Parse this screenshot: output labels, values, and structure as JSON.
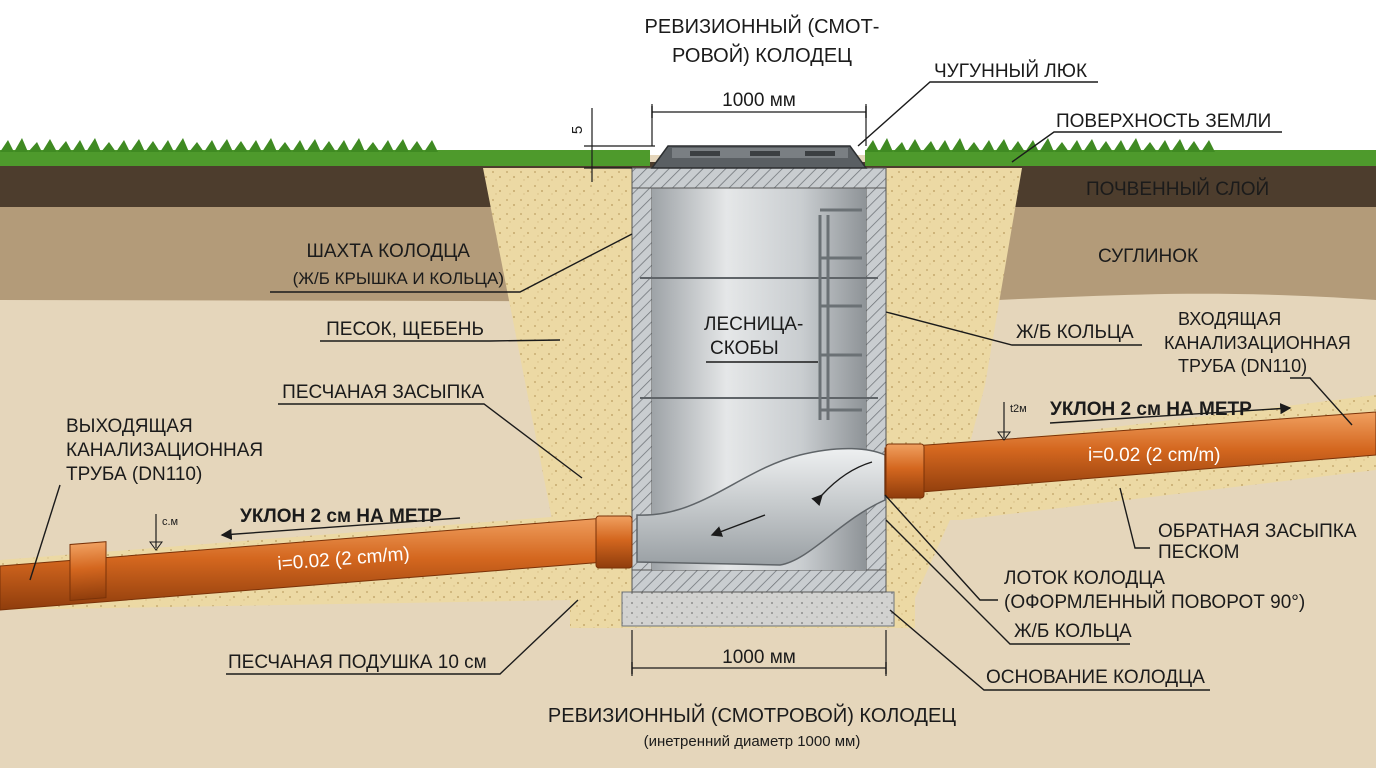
{
  "titles": {
    "top_line1": "РЕВИЗИОННЫЙ (СМОТ-",
    "top_line2": "РОВОЙ) КОЛОДЕЦ",
    "bottom_main": "РЕВИЗИОННЫЙ (СМОТРОВОЙ) КОЛОДЕЦ",
    "bottom_sub": "(инетренний диаметр 1000 мм)"
  },
  "dimensions": {
    "top_width": "1000 мм",
    "bottom_width": "1000 мм",
    "hatch_offset": "5"
  },
  "labels": {
    "hatch": "ЧУГУННЫЙ ЛЮК",
    "ground_surface": "ПОВЕРХНОСТЬ ЗЕМЛИ",
    "soil_layer": "ПОЧВЕННЫЙ СЛОЙ",
    "loam": "СУГЛИНОК",
    "shaft_line1": "ШАХТА КОЛОДЦА",
    "shaft_line2": "(Ж/Б КРЫШКА И КОЛЬЦА)",
    "sand_gravel": "ПЕСОК, ЩЕБЕНЬ",
    "sand_backfill": "ПЕСЧАНАЯ ЗАСЫПКА",
    "ladder_line1": "ЛЕСНИЦА-",
    "ladder_line2": "СКОБЫ",
    "rc_rings_upper": "Ж/Б КОЛЬЦА",
    "inlet_line1": "ВХОДЯЩАЯ",
    "inlet_line2": "КАНАЛИЗАЦИОННАЯ",
    "inlet_line3": "ТРУБА (DN110)",
    "outlet_line1": "ВЫХОДЯЩАЯ",
    "outlet_line2": "КАНАЛИЗАЦИОННАЯ",
    "outlet_line3": "ТРУБА (DN110)",
    "reverse_backfill_line1": "ОБРАТНАЯ ЗАСЫПКА",
    "reverse_backfill_line2": "ПЕСКОМ",
    "tray_line1": "ЛОТОК КОЛОДЦА",
    "tray_line2": "(ОФОРМЛЕННЫЙ ПОВОРОТ 90°)",
    "rc_rings_lower": "Ж/Б КОЛЬЦА",
    "well_base": "ОСНОВАНИЕ КОЛОДЦА",
    "sand_cushion": "ПЕСЧАНАЯ ПОДУШКА 10 см"
  },
  "pipes": {
    "inlet_slope_label": "УКЛОН 2 см НА МЕТР",
    "inlet_formula": "i=0.02 (2 cm/m)",
    "inlet_level_mark": "t2м",
    "outlet_slope_label": "УКЛОН 2 см НА МЕТР",
    "outlet_formula": "i=0.02 (2 cm/m)",
    "outlet_level_mark": "с.м",
    "pipe_color": "#d4671f",
    "slope": 0.02
  },
  "colors": {
    "grass": "#4e9a2c",
    "topsoil": "#4a3b2c",
    "loam": "#b29a78",
    "sand": "#eddba8",
    "concrete": "#bfc3c6",
    "native_soil": "#e3d4b8"
  }
}
